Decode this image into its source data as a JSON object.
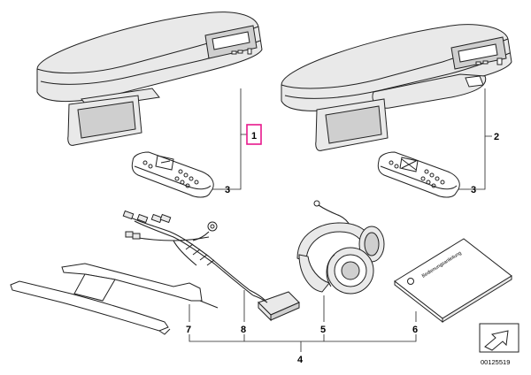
{
  "parts": {
    "p1": {
      "number": "1",
      "highlighted": true
    },
    "p2": {
      "number": "2"
    },
    "p3a": {
      "number": "3"
    },
    "p3b": {
      "number": "3"
    },
    "p4": {
      "number": "4"
    },
    "p5": {
      "number": "5"
    },
    "p6": {
      "number": "6"
    },
    "p7": {
      "number": "7"
    },
    "p8": {
      "number": "8"
    }
  },
  "booklet_title": "Bedienungsanleitung",
  "reference_number": "00125519",
  "colors": {
    "highlight": "#e8188c",
    "line": "#222222",
    "body": "#e9e9e9",
    "screen": "#cfcfcf"
  }
}
